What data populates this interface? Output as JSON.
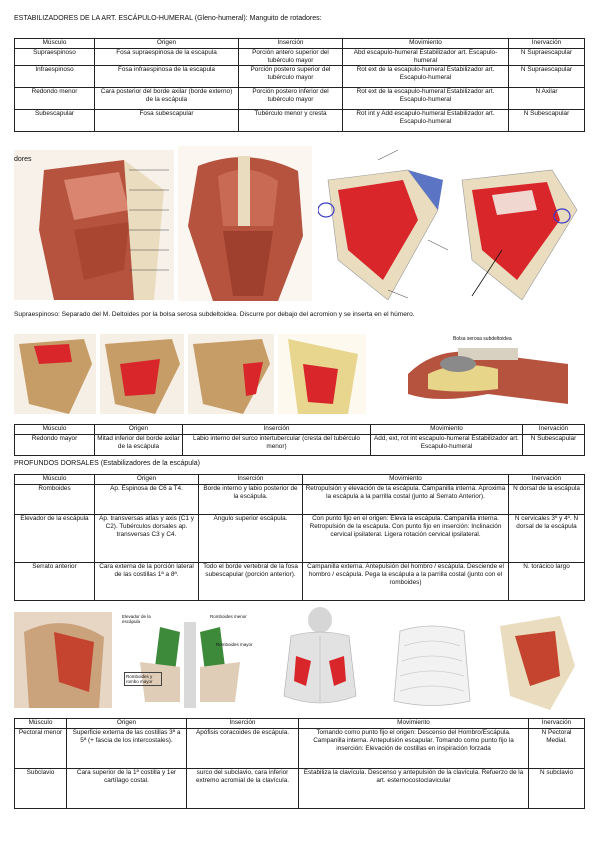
{
  "title": "ESTABILIZADORES DE LA ART. ESCÁPULO-HUMERAL (Gleno-humeral): Manguito de rotadores:",
  "headers": [
    "Músculo",
    "Origen",
    "Inserción",
    "Movimiento",
    "Inervación"
  ],
  "rotadores": [
    {
      "musculo": "Supraespinoso",
      "origen": "Fosa supraespinosa de la escapula",
      "insercion": "Porción antero superior del tubérculo mayor",
      "movimiento": "Abd escapulo-humeral Estabilizador art. Escapulo-humeral",
      "inervacion": "N Supraescapular"
    },
    {
      "musculo": "Infraespinoso",
      "origen": "Fosa infraespinosa de la escapula",
      "insercion": "Porción postero superior del tubérculo mayor",
      "movimiento": "Rot ext de la escapulo-humeral Estabilizador art. Escapulo-humeral",
      "inervacion": "N Supraescapular"
    },
    {
      "musculo": "Redondo menor",
      "origen": "Cara posterior del borde axilar (borde externo) de la escápula",
      "insercion": "Porción postero inferior del tubérculo mayor",
      "movimiento": "Rot ext de la escapulo-humeral Estabilizador art. Escapulo-humeral",
      "inervacion": "N Axilar"
    },
    {
      "musculo": "Subescapular",
      "origen": "Fosa subescapular",
      "insercion": "Tubérculo menor y cresta",
      "movimiento": "Rot int y Add escapulo-humeral Estabilizador art. Escapulo-humeral",
      "inervacion": "N Subescapular"
    }
  ],
  "fig1_label": "dores",
  "supra_note": "Supraespinoso: Separado del M. Deltoides por la bolsa serosa subdeltoidea. Discurre por debajo del acromion y se inserta en el húmero.",
  "bursa_label": "Bolsa serosa subdeltoidea",
  "redondo_mayor": {
    "musculo": "Redondo mayor",
    "origen": "Mitad inferior del borde axilar de la escápula",
    "insercion": "Labio interno del surco intertubercular (cresta del tubérculo menor)",
    "movimiento": "Add, ext, rot int escapulo-humeral Estabilizador art. Escapulo-humeral",
    "inervacion": "N Subescapular"
  },
  "dorsales_title": "PROFUNDOS DORSALES (Estabilizadores de la escápula)",
  "dorsales": [
    {
      "musculo": "Romboides",
      "origen": "Ap. Espinosa de C6 a T4.",
      "insercion": "Borde interno y labio posterior de la escápula.",
      "movimiento": "Retropulsión y elevación de la escápula. Campanilla interna. Aproxima la escápula a la parrilla costal (junto al Serrato Anterior).",
      "inervacion": "N dorsal de la escápula"
    },
    {
      "musculo": "Elevador de la escápula",
      "origen": "Ap. transversas atlas y axis (C1 y C2). Tubérculos dorsales ap. transversas C3 y C4.",
      "insercion": "Ángulo superior escápula.",
      "movimiento": "Con punto fijo en el origen: Eleva la escápula. Campanilla interna. Retropulsión de la escápula. Con punto fijo en inserción: Inclinación cervical ipsilateral. Ligera rotación cervical ipsilateral.",
      "inervacion": "N cervicales 3º y 4º. N dorsal de la escápula"
    },
    {
      "musculo": "Serrato anterior",
      "origen": "Cara externa de la porción lateral de las costillas 1ª a 8ª.",
      "insercion": "Todo el borde vertebral de la fosa subescapular (porción anterior).",
      "movimiento": "Campanilla externa. Antepulsión del hombro / escápula. Desciende el hombro / escápula. Pega la escápula a la parrilla costal (junto con el romboides)",
      "inervacion": "N. torácico largo"
    }
  ],
  "fig_labels": {
    "elevador": "Elevador de la escápula",
    "romboides_m": "Romboides menor",
    "romboides_M": "Romboides mayor",
    "rombo_box": "Romboides y rombo mayor"
  },
  "pectorales": [
    {
      "musculo": "Pectoral menor",
      "origen": "Superficie externa de las costillas 3ª a 5ª (+ fascia de los intercostales).",
      "insercion": "Apófisis coracoides de escápula.",
      "movimiento": "Tomando como punto fijo el origen: Descenso del Hombro/Escápula. Campanilla interna. Antepulsión escapular. Tomando como punto fijo la inserción: Elevación de costillas en inspiración forzada",
      "inervacion": "N Pectoral Medial."
    },
    {
      "musculo": "Subclavio",
      "origen": "Cara superior de la 1ª costilla y 1er cartílago costal.",
      "insercion": "surco del subclavio, cara inferior extremo acromial de la clavícula.",
      "movimiento": "Estabiliza la clavícula. Descenso y antepulsión de la clavícula. Refuerzo de la art. esternocostoclavicular",
      "inervacion": "N subclavio"
    }
  ],
  "colors": {
    "muscle": "#b5533f",
    "muscle_light": "#d98570",
    "bone": "#e9dcbf",
    "red": "#d8262a",
    "blue": "#5b74c4",
    "green": "#3c8a3a"
  }
}
